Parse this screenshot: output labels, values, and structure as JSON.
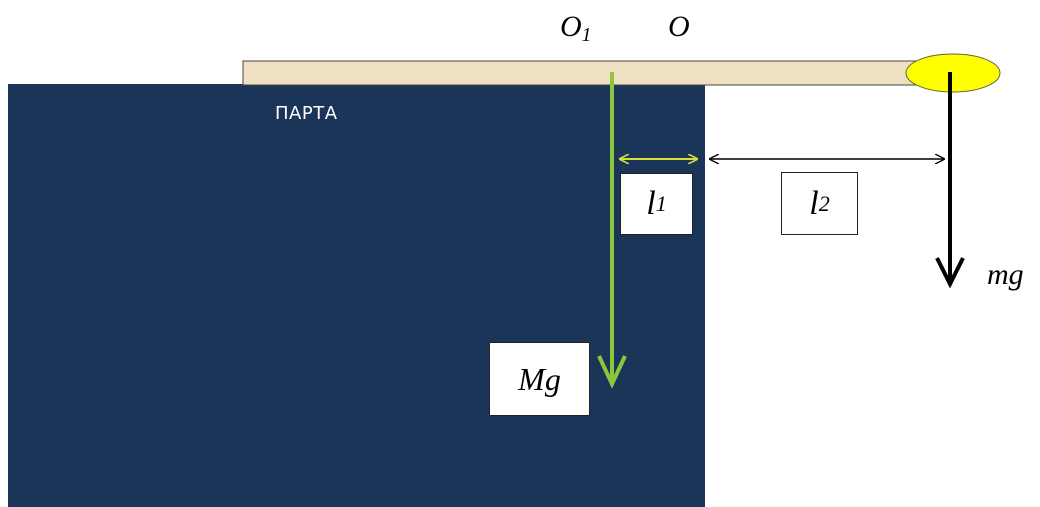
{
  "diagram": {
    "desk_label": "ПАРТА",
    "pivot_o1": {
      "main": "O",
      "sub": "1"
    },
    "pivot_o": "O",
    "length_l1": {
      "main": "l",
      "sub": "1"
    },
    "length_l2": {
      "main": "l",
      "sub": "2"
    },
    "force_desk": "Mg",
    "force_weight": "mg",
    "colors": {
      "desk": "#1a3557",
      "plank": "#efe0c2",
      "weight": "#ffff00",
      "force_desk_arrow": "#8cc63f",
      "l1_arrow": "#d4e03a",
      "l2_arrow": "#000000"
    }
  }
}
